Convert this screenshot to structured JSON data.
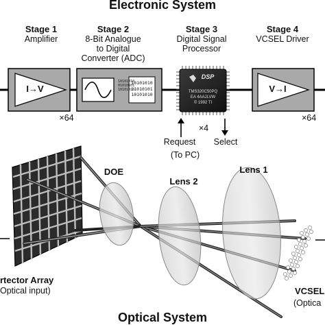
{
  "titles": {
    "top": "Electronic System",
    "bottom": "Optical System"
  },
  "stages": [
    {
      "heading": "Stage 1",
      "desc": [
        "Amplifier"
      ]
    },
    {
      "heading": "Stage 2",
      "desc": [
        "8-Bit Analogue",
        "to Digital",
        "Converter (ADC)"
      ]
    },
    {
      "heading": "Stage 3",
      "desc": [
        "Digital Signal",
        "Processor"
      ]
    },
    {
      "heading": "Stage 4",
      "desc": [
        "VCSEL Driver"
      ]
    }
  ],
  "blocks": {
    "amp_label": "I→V",
    "driver_label": "V→I",
    "adc_bits": [
      "10101010",
      "01010101",
      "10101010"
    ],
    "adc_bits_right": [
      "10101010",
      "11010101",
      "10101010"
    ]
  },
  "multipliers": {
    "amp": "×64",
    "dsp": "×4",
    "driver": "×64"
  },
  "chip": {
    "logo": "DSP",
    "lines": [
      "TMS320C50PQ",
      "EA 4AAJLVW",
      "© 1992 TI"
    ]
  },
  "controls": {
    "request": "Request",
    "to_pc": "(To PC)",
    "select": "Select"
  },
  "optics": {
    "doe": "DOE",
    "lens2": "Lens 2",
    "lens1": "Lens 1",
    "detector": "rtector Array",
    "detector_sub": "Optical input)",
    "vcsel": "VCSEL",
    "vcsel_sub": "(Optica"
  }
}
